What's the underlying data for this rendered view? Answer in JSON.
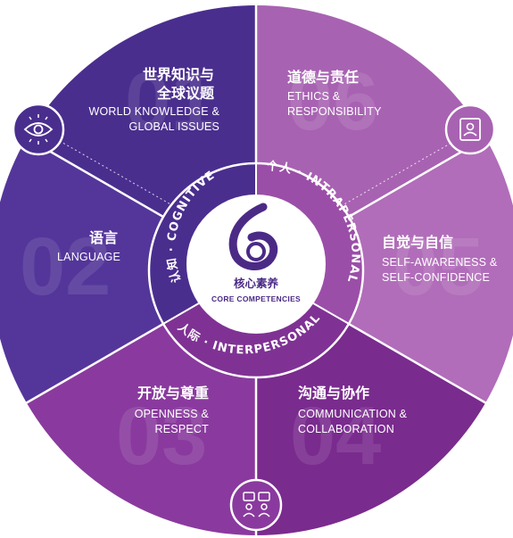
{
  "center": {
    "numeral": "6",
    "title": "核心素养",
    "subtitle": "CORE COMPETENCIES"
  },
  "ring": {
    "cognitive": "认知 · COGNITIVE",
    "intrapersonal": "个人 · INTRAPERSONAL",
    "interpersonal": "人际 · INTERPERSONAL"
  },
  "segments": [
    {
      "id": "world",
      "number": "01",
      "title_lines": [
        "世界知识与",
        "全球议题"
      ],
      "subtitle_lines": [
        "WORLD KNOWLEDGE &",
        "GLOBAL ISSUES"
      ],
      "color": "#4a2e8e",
      "icon": "eye-icon"
    },
    {
      "id": "ethics",
      "number": "06",
      "title_lines": [
        "道德与责任"
      ],
      "subtitle_lines": [
        "ETHICS &",
        "RESPONSIBILITY"
      ],
      "color": "#a862b2",
      "icon": "id-badge-icon"
    },
    {
      "id": "self",
      "number": "05",
      "title_lines": [
        "自觉与自信"
      ],
      "subtitle_lines": [
        "SELF-AWARENESS &",
        "SELF-CONFIDENCE"
      ],
      "color": "#b16db9",
      "icon": ""
    },
    {
      "id": "comm",
      "number": "04",
      "title_lines": [
        "沟通与协作"
      ],
      "subtitle_lines": [
        "COMMUNICATION &",
        "COLLABORATION"
      ],
      "color": "#7a2b8e",
      "icon": ""
    },
    {
      "id": "open",
      "number": "03",
      "title_lines": [
        "开放与尊重"
      ],
      "subtitle_lines": [
        "OPENNESS &",
        "RESPECT"
      ],
      "color": "#8a3a9e",
      "icon": "people-chat-icon"
    },
    {
      "id": "lang",
      "number": "02",
      "title_lines": [
        "语言"
      ],
      "subtitle_lines": [
        "LANGUAGE"
      ],
      "color": "#54369a",
      "icon": ""
    }
  ],
  "colors": {
    "cognitive_ring": "#4a2e8e",
    "intrapersonal_ring": "#9b4ea8",
    "interpersonal_ring": "#7f3294",
    "center_text": "#4b2a86"
  }
}
